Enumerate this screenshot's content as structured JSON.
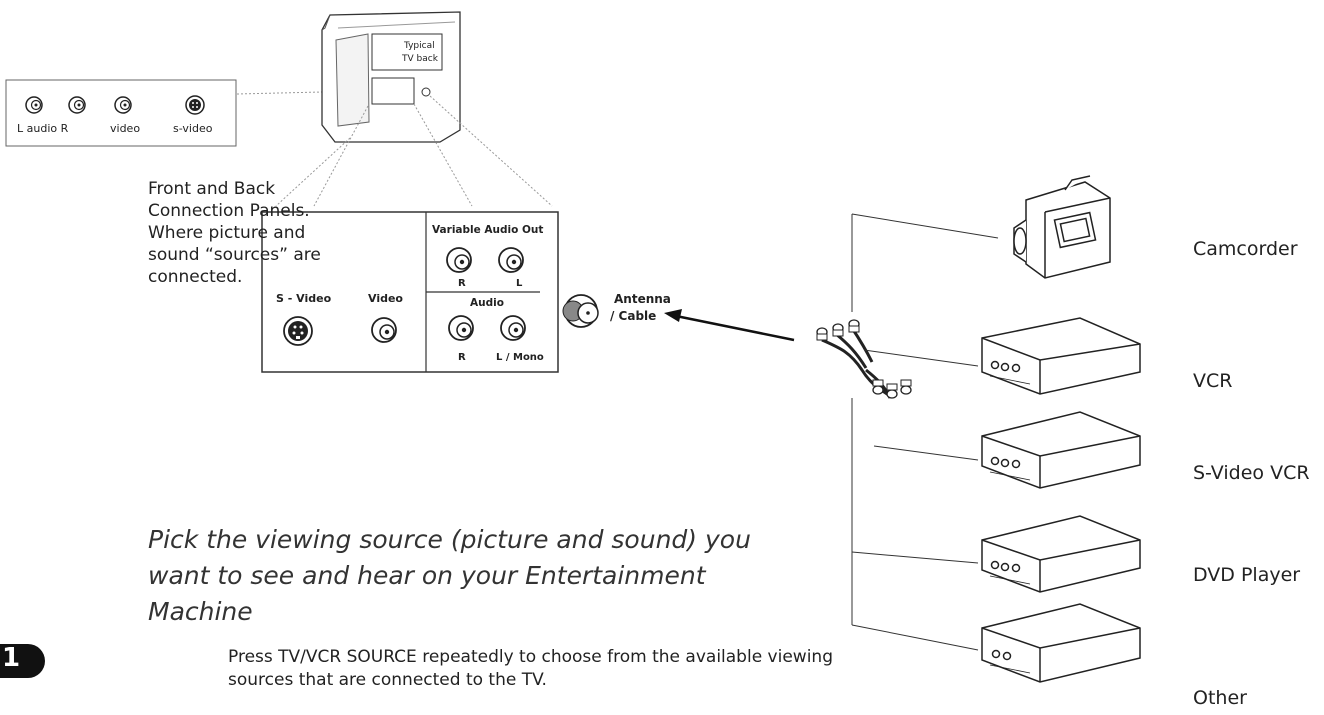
{
  "tv_back_label": [
    "Typical",
    "TV back"
  ],
  "front_panel": {
    "labels": [
      "L audio R",
      "video",
      "s-video"
    ]
  },
  "description": "Front and Back Connection Panels. Where picture and sound “sources” are connected.",
  "back_panel": {
    "svideo_label": "S - Video",
    "video_label": "Video",
    "variable_audio_out": "Variable Audio Out",
    "var_r": "R",
    "var_l": "L",
    "audio_label": "Audio",
    "audio_r": "R",
    "audio_l": "L / Mono"
  },
  "antenna_label": [
    "Antenna",
    "/ Cable"
  ],
  "pick_text": "Pick the viewing source (picture and sound) you want to see and hear on your Entertainment Machine",
  "step": {
    "number": "1",
    "text": "Press TV/VCR SOURCE repeatedly to choose from the available viewing sources that are connected to the TV."
  },
  "devices": [
    "Camcorder",
    "VCR",
    "S-Video VCR",
    "DVD Player",
    "Other"
  ]
}
